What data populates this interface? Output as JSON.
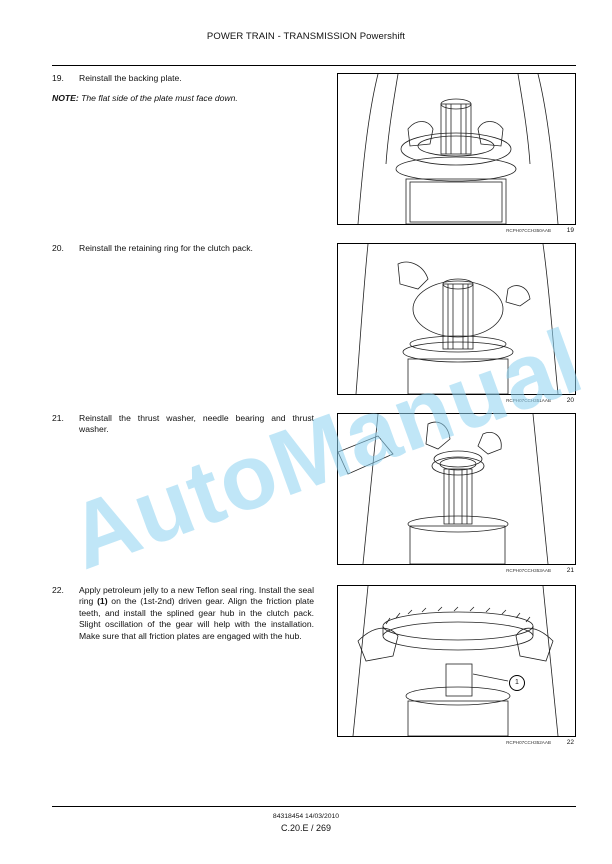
{
  "header": {
    "title": "POWER TRAIN - TRANSMISSION Powershift"
  },
  "steps": [
    {
      "num": "19.",
      "text": "Reinstall the backing plate."
    },
    {
      "num": "20.",
      "text": "Reinstall the retaining ring for the clutch pack."
    },
    {
      "num": "21.",
      "text": "Reinstall the thrust washer, needle bearing and thrust washer."
    },
    {
      "num": "22.",
      "text_before": "Apply petroleum jelly to a new Teflon seal ring. Install the seal ring ",
      "text_bold": "(1)",
      "text_after": " on the (1st-2nd) driven gear. Align the friction plate teeth, and install the splined gear hub in the clutch pack. Slight oscillation of the gear will help with the installation. Make sure that all friction plates are engaged with the hub."
    }
  ],
  "note": {
    "label": "NOTE:",
    "text": " The flat side of the plate must face down."
  },
  "figures": [
    {
      "code": "RCPH07CCH350AAB",
      "number": "19"
    },
    {
      "code": "RCPH07CCH351AAB",
      "number": "20"
    },
    {
      "code": "RCPH07CCH353AAB",
      "number": "21"
    },
    {
      "code": "RCPH07CCH352AAB",
      "number": "22"
    }
  ],
  "callout": "1",
  "footer": {
    "doc": "84318454 14/03/2010",
    "page": "C.20.E / 269"
  },
  "watermark": "AutoManual"
}
